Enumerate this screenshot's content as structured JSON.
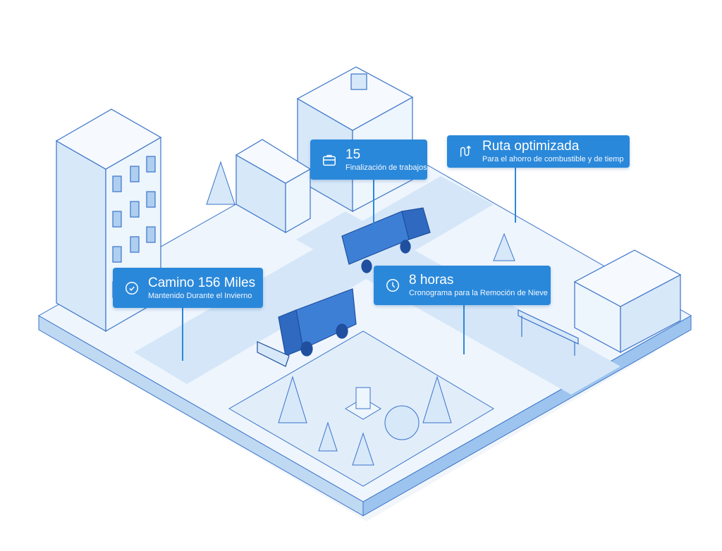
{
  "colors": {
    "accent": "#2A88DA",
    "ground": "#E3EFFB",
    "line": "#3A73C9"
  },
  "callouts": [
    {
      "icon": "briefcase-icon",
      "title": "15",
      "subtitle": "Finalización de trabajos"
    },
    {
      "icon": "route-icon",
      "title": "Ruta optimizada",
      "subtitle": "Para el ahorro de combustible y de tiemp"
    },
    {
      "icon": "check-circle-icon",
      "title": "Camino 156 Miles",
      "subtitle": "Mantenido Durante el Invierno"
    },
    {
      "icon": "clock-icon",
      "title": "8 horas",
      "subtitle": "Cronograma para la Remoción de Nieve"
    }
  ]
}
